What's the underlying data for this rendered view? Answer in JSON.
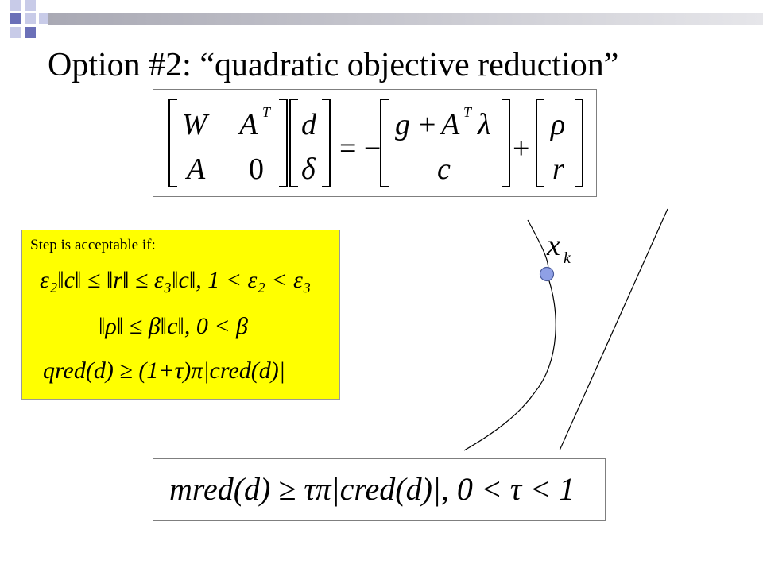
{
  "slide": {
    "title": "Option #2: “quadratic objective reduction”",
    "accent_colors": {
      "square_dark": "#6b70b8",
      "square_light": "#c8cbe8",
      "bar": "#b8b8c0",
      "highlight": "#ffff00",
      "point": "#8fa0e6"
    }
  },
  "kkt": {
    "matrix": {
      "r1c1": "W",
      "r1c2": "A",
      "r1c2_sup": "T",
      "r2c1": "A",
      "r2c2": "0"
    },
    "vector": {
      "top": "d",
      "bottom": "δ"
    },
    "equals": "= −",
    "rhs": {
      "top_g": "g",
      "top_plus": "+",
      "top_A": "A",
      "top_sup": "T",
      "top_lambda": "λ",
      "bottom": "c"
    },
    "plus": "+",
    "correction": {
      "top": "ρ",
      "bottom": "r"
    }
  },
  "conditions": {
    "label": "Step is acceptable if:",
    "line1": "ε₂‖c‖ ≤ ‖r‖ ≤ ε₃‖c‖,  1 < ε₂ < ε₃",
    "line2": "‖ρ‖ ≤ β‖c‖,  0 < β",
    "line3": "qred(d) ≥ (1+τ)π|cred(d)|"
  },
  "figure": {
    "point_label": "x",
    "point_sub": "k"
  },
  "mred": {
    "formula": "mred(d) ≥ τπ|cred(d)|,  0 < τ < 1"
  }
}
